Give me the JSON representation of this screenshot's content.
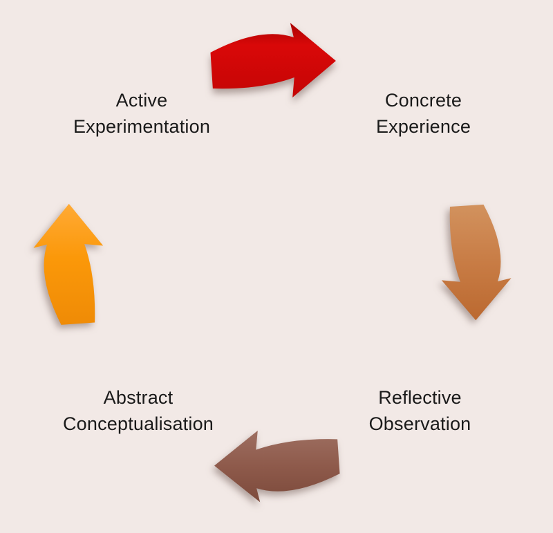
{
  "colors": {
    "background": "#f2e9e6",
    "text": "#1a1a1a",
    "arrow_red": "#d10707",
    "arrow_copper": "#c87c45",
    "arrow_brown": "#8e5a4b",
    "arrow_orange": "#fb9513"
  },
  "diagram": {
    "type": "cycle",
    "direction": "clockwise"
  },
  "stages": {
    "active_experimentation": {
      "lines": [
        "Active",
        "Experimentation"
      ]
    },
    "concrete_experience": {
      "lines": [
        "Concrete",
        "Experience"
      ]
    },
    "reflective_observation": {
      "lines": [
        "Reflective",
        "Observation"
      ]
    },
    "abstract_conceptualisation": {
      "lines": [
        "Abstract",
        "Conceptualisation"
      ]
    }
  },
  "arrows": {
    "top": {
      "from": "Active Experimentation",
      "to": "Concrete Experience",
      "stops": [
        "#a90303",
        "#d90808",
        "#c40505"
      ]
    },
    "right": {
      "from": "Concrete Experience",
      "to": "Reflective Observation",
      "stops": [
        "#d2925e",
        "#c87c45",
        "#bb6930"
      ]
    },
    "bottom": {
      "from": "Reflective Observation",
      "to": "Abstract Conceptualisation",
      "stops": [
        "#9e6f61",
        "#8e5a4b",
        "#7c4a3b"
      ]
    },
    "left": {
      "from": "Abstract Conceptualisation",
      "to": "Active Experimentation",
      "stops": [
        "#ffaa35",
        "#fb9809",
        "#ef8b06"
      ]
    }
  }
}
